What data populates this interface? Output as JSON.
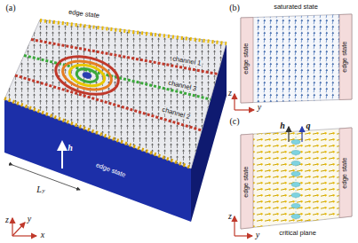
{
  "diagram": {
    "labels": [
      "(a)",
      "edge state",
      "channel 1",
      "channel 3",
      "channel 2",
      "edge state",
      "h",
      "L",
      "y",
      "z",
      "x",
      "y",
      "(b)",
      "edge state",
      "saturated state",
      "edge state",
      "z",
      "y",
      "(c)",
      "h",
      "q",
      "edge state",
      "critical plane",
      "edge state",
      "z",
      "y"
    ]
  }
}
